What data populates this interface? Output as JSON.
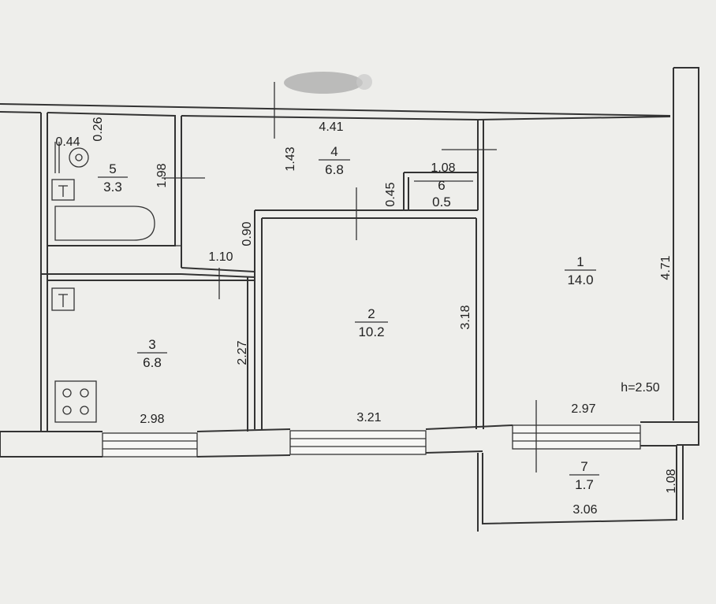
{
  "rooms": [
    {
      "number": "1",
      "area": "14.0"
    },
    {
      "number": "2",
      "area": "10.2"
    },
    {
      "number": "3",
      "area": "6.8"
    },
    {
      "number": "4",
      "area": "6.8"
    },
    {
      "number": "5",
      "area": "3.3"
    },
    {
      "number": "6",
      "area": "0.5"
    },
    {
      "number": "7",
      "area": "1.7"
    }
  ],
  "dimensions": {
    "hall_length": "4.41",
    "hall_width": "1.43",
    "closet_length": "1.08",
    "closet_width": "0.45",
    "room1_height": "4.71",
    "room1_width": "2.97",
    "room2_height": "3.18",
    "room2_width": "3.21",
    "room3_height": "2.27",
    "room3_width": "2.98",
    "bath_height": "1.98",
    "bath_top": "0.26",
    "bath_left": "0.44",
    "corridor_width": "1.10",
    "corridor_depth": "0.90",
    "balcony_length": "3.06",
    "balcony_depth": "1.08"
  },
  "ceiling_height": "h=2.50"
}
